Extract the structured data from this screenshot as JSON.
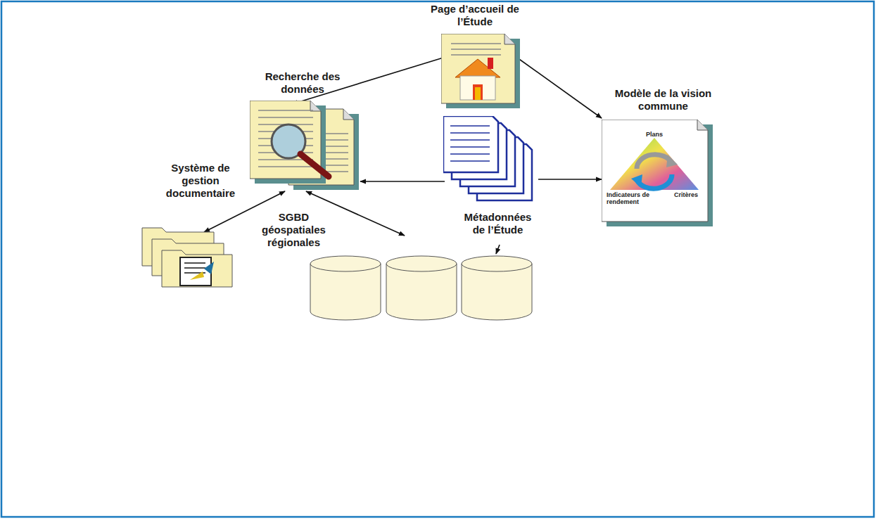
{
  "diagram": {
    "nodes": [
      {
        "text": [
          "Page d’accueil de l’Étude"
        ]
      },
      {
        "text": [
          "Recherche des données"
        ]
      },
      {
        "text": [
          "Modèle de la vision commune",
          "Plans",
          "Indicateurs de rendement",
          "Critères"
        ]
      },
      {
        "text": [
          "Métadonnées de l’Étude"
        ]
      },
      {
        "text": [
          "Système de gestion documentaire"
        ]
      },
      {
        "text": [
          "SGBD géospatiales régionales"
        ]
      }
    ],
    "edges": [
      {
        "from": 0,
        "to": 1,
        "arrow": "to"
      },
      {
        "from": 0,
        "to": 2,
        "arrow": "to"
      },
      {
        "from": 3,
        "to": 1,
        "arrow": "to"
      },
      {
        "from": 3,
        "to": 2,
        "arrow": "to"
      },
      {
        "from": 1,
        "to": 4,
        "arrow": "both"
      },
      {
        "from": 1,
        "to": 5,
        "arrow": "both"
      },
      {
        "from": 3,
        "to": 5,
        "arrow": "to"
      }
    ]
  }
}
